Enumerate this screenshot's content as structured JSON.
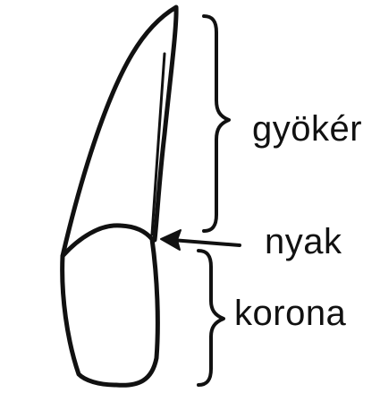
{
  "labels": {
    "root": "gyökér",
    "neck": "nyak",
    "crown": "korona"
  },
  "colors": {
    "ink": "#111111",
    "background": "#ffffff"
  }
}
